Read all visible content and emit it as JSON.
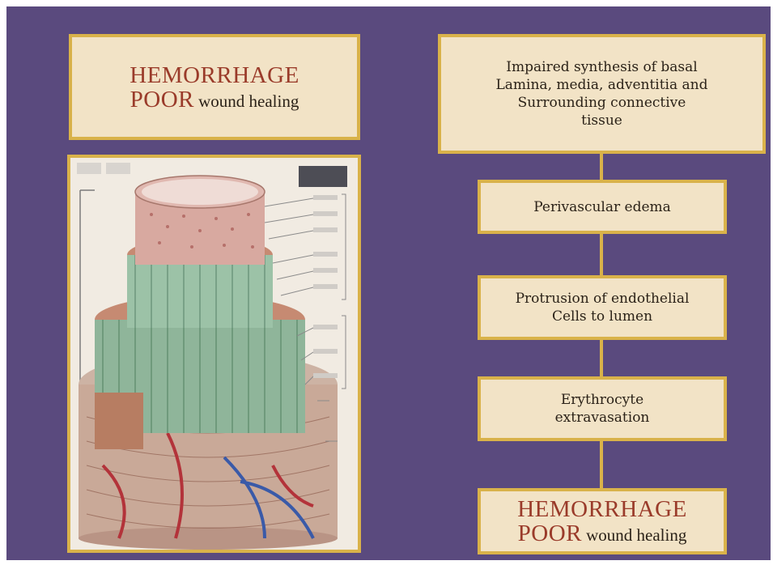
{
  "top_left_box": {
    "line1": "HEMORRHAGE",
    "line2_big": "POOR",
    "line2_small": "wound healing"
  },
  "flow": {
    "step1": {
      "line1": "Impaired synthesis of basal",
      "line2": "Lamina, media, adventitia and",
      "line3": "Surrounding connective",
      "line4": "tissue"
    },
    "step2": {
      "line1": "Perivascular edema"
    },
    "step3": {
      "line1": "Protrusion of endothelial",
      "line2": "Cells to lumen"
    },
    "step4": {
      "line1": "Erythrocyte",
      "line2": "extravasation"
    },
    "step5": {
      "line1": "HEMORRHAGE",
      "line2_big": "POOR",
      "line2_small": "wound healing"
    }
  },
  "colors": {
    "background": "#5a4a7e",
    "box_fill": "#f2e3c6",
    "box_border": "#d9b24a",
    "title_text": "#9a3b2a"
  }
}
